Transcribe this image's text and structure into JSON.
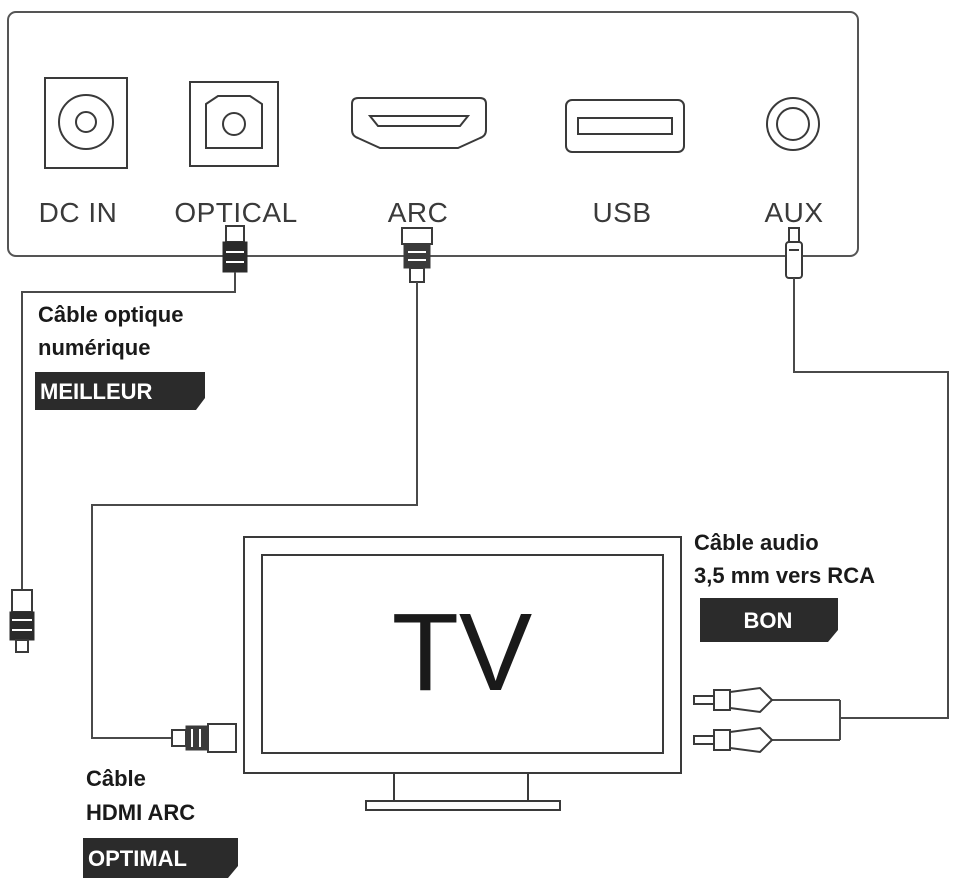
{
  "panel": {
    "ports": [
      {
        "label": "DC IN"
      },
      {
        "label": "OPTICAL"
      },
      {
        "label": "ARC"
      },
      {
        "label": "USB"
      },
      {
        "label": "AUX"
      }
    ]
  },
  "cables": {
    "optical": {
      "line1": "Câble optique",
      "line2": "numérique",
      "badge": "MEILLEUR"
    },
    "hdmi": {
      "line1": "Câble",
      "line2": "HDMI ARC",
      "badge": "OPTIMAL"
    },
    "aux": {
      "line1": "Câble audio",
      "line2": "3,5 mm vers RCA",
      "badge": "BON"
    }
  },
  "tv": {
    "label": "TV"
  },
  "colors": {
    "badge": "#2b2b2b",
    "line": "#4a4a4a",
    "text": "#1a1a1a"
  }
}
